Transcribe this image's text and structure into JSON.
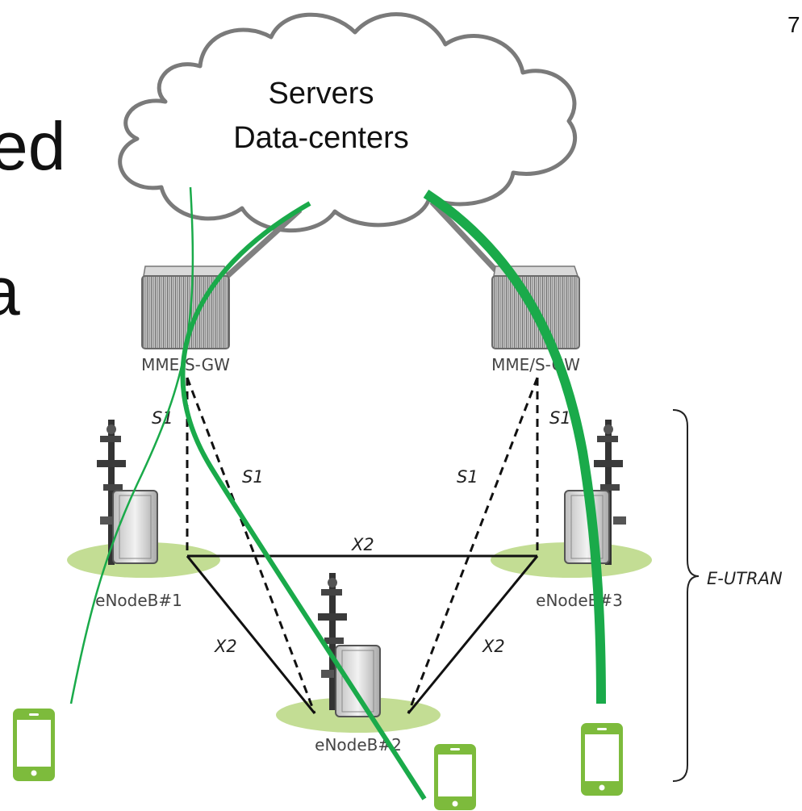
{
  "page_number": "7",
  "slide_text_fragments": {
    "line1": "ed",
    "line2": "a"
  },
  "cloud": {
    "line1": "Servers",
    "line2": "Data-centers"
  },
  "gateways": {
    "left": "MME/S-GW",
    "right": "MME/S-GW"
  },
  "enodebs": {
    "one": "eNodeB#1",
    "two": "eNodeB#2",
    "three": "eNodeB#3"
  },
  "interfaces": {
    "s1_left_vertical": "S1",
    "s1_left_diagonal": "S1",
    "s1_right_diagonal": "S1",
    "s1_right_vertical": "S1",
    "x2_top": "X2",
    "x2_left": "X2",
    "x2_right": "X2"
  },
  "eutran": "E-UTRAN",
  "colors": {
    "cloud_stroke": "#7a7a7a",
    "link_gray": "#808080",
    "data_path_green": "#1aaa4a",
    "phone_green": "#7dbb3c",
    "base_ellipse": "#c3dd94",
    "line_black": "#111111"
  },
  "icons": {
    "gateway": "server-rack-icon",
    "tower": "antenna-tower-icon",
    "cabinet": "base-station-cabinet-icon",
    "phone": "smartphone-icon"
  }
}
